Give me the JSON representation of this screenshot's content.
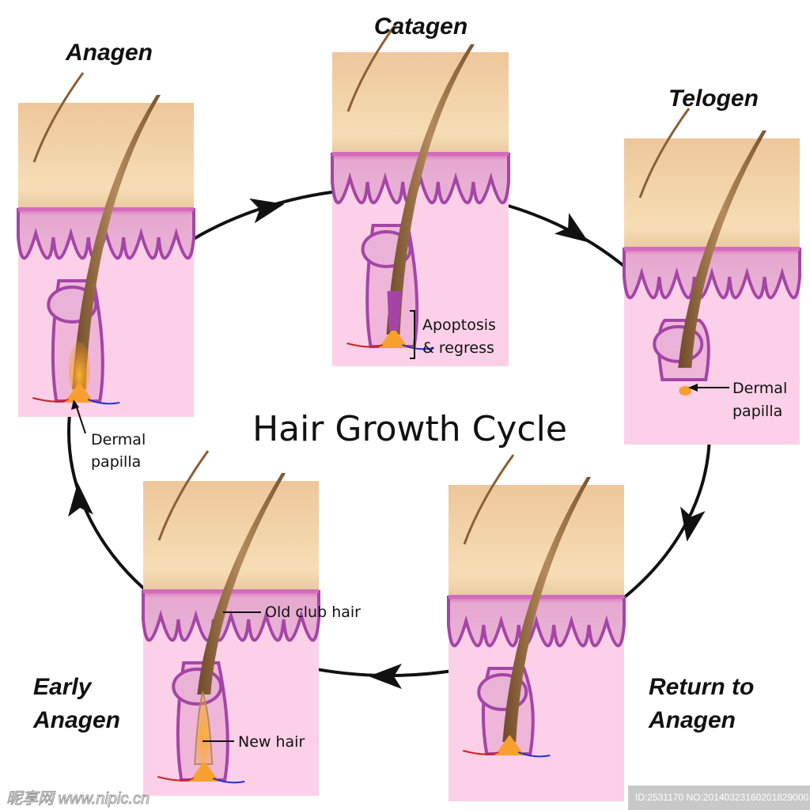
{
  "title": "Hair Growth Cycle",
  "phases": {
    "anagen": "Anagen",
    "catagen": "Catagen",
    "telogen": "Telogen",
    "return_line1": "Return to",
    "return_line2": "Anagen",
    "early_line1": "Early",
    "early_line2": "Anagen"
  },
  "annotations": {
    "anagen_dp_1": "Dermal",
    "anagen_dp_2": "papilla",
    "apoptosis_1": "Apoptosis",
    "apoptosis_2": "& regress",
    "telogen_dp_1": "Dermal",
    "telogen_dp_2": "papilla",
    "old_club_hair": "Old club hair",
    "new_hair": "New hair"
  },
  "watermark": {
    "site": "昵享网 www.nipic.cn",
    "id": "ID:2531170 NO:20140323160201829000"
  },
  "colors": {
    "epidermis": "#f2d4a6",
    "dermis_top": "#e6a8cf",
    "dermis": "#fcd0e8",
    "outline": "#a445a6",
    "hair": "#9c7346",
    "papilla": "#f7a030",
    "arrow": "#111111"
  }
}
